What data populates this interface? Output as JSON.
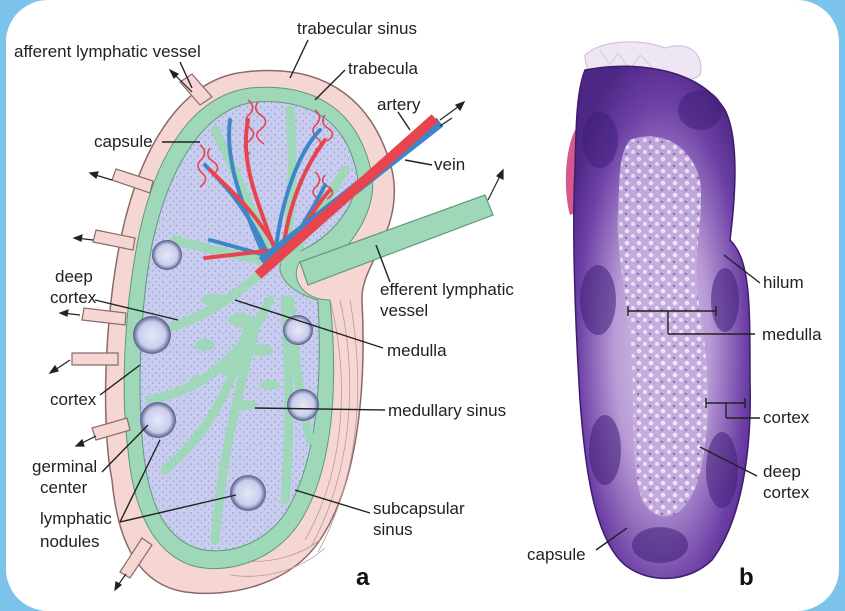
{
  "panel_a": {
    "label": "a",
    "labels": {
      "afferent_lymphatic_vessel": "afferent lymphatic vessel",
      "trabecular_sinus": "trabecular sinus",
      "trabecula": "trabecula",
      "artery": "artery",
      "vein": "vein",
      "capsule": "capsule",
      "efferent_line1": "efferent lymphatic",
      "efferent_line2": "vessel",
      "deep_cortex_line1": "deep",
      "deep_cortex_line2": "cortex",
      "medulla": "medulla",
      "cortex": "cortex",
      "medullary_sinus": "medullary sinus",
      "germinal_center_line1": "germinal",
      "germinal_center_line2": "center",
      "subcapsular_sinus_line1": "subcapsular",
      "subcapsular_sinus_line2": "sinus",
      "lymphatic_nodules_line1": "lymphatic",
      "lymphatic_nodules_line2": "nodules"
    },
    "colors": {
      "capsule": "#f6d6d2",
      "sinus": "#9fd8b8",
      "parenchyma": "#c8cdf0",
      "artery": "#e8444e",
      "vein": "#3e86c8"
    }
  },
  "panel_b": {
    "label": "b",
    "labels": {
      "hilum": "hilum",
      "medulla": "medulla",
      "cortex": "cortex",
      "deep_cortex_line1": "deep",
      "deep_cortex_line2": "cortex",
      "capsule": "capsule"
    },
    "colors": {
      "stain_dark": "#5a2f93",
      "stain_light": "#cbb7e0"
    }
  }
}
